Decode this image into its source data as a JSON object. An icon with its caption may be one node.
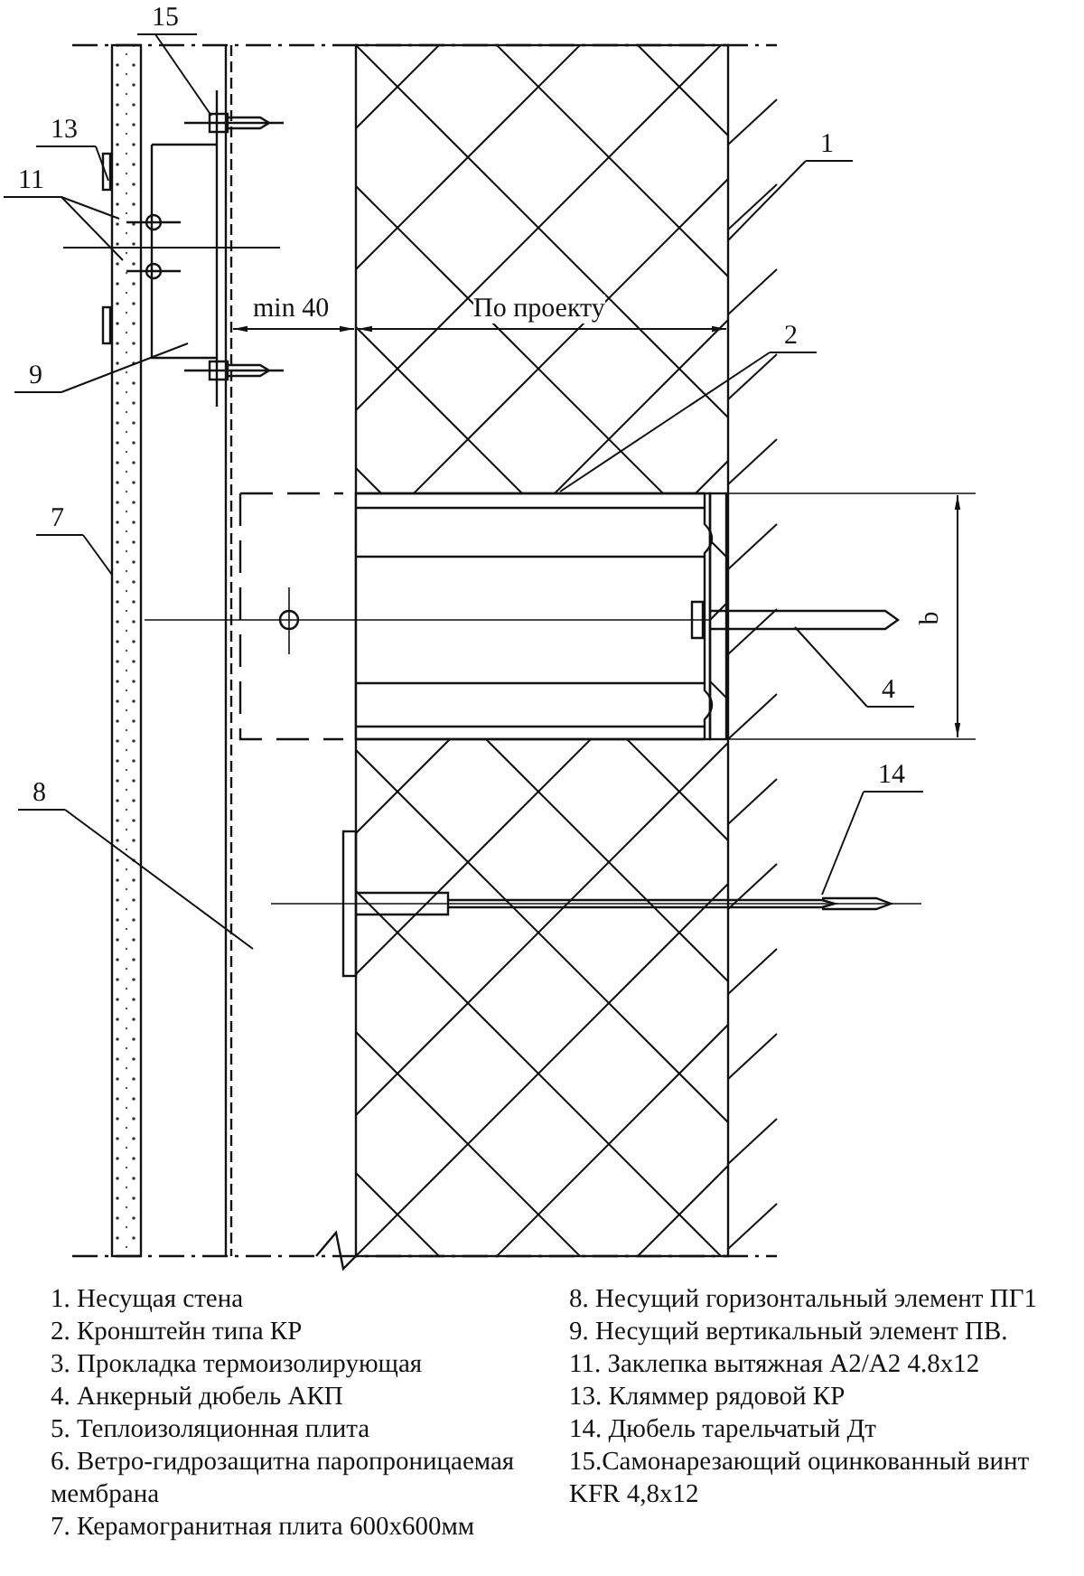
{
  "diagram": {
    "nodes": [
      {
        "text": [
          "15"
        ]
      },
      {
        "text": [
          "13"
        ]
      },
      {
        "text": [
          "11"
        ]
      },
      {
        "text": [
          "9"
        ]
      },
      {
        "text": [
          "1"
        ]
      },
      {
        "text": [
          "2"
        ]
      },
      {
        "text": [
          "7"
        ]
      },
      {
        "text": [
          "4"
        ]
      },
      {
        "text": [
          "8"
        ]
      },
      {
        "text": [
          "14"
        ]
      }
    ],
    "edges": [
      {
        "from": 0,
        "to": null,
        "arrow": "none"
      },
      {
        "from": 1,
        "to": null,
        "arrow": "none"
      },
      {
        "from": 2,
        "to": null,
        "arrow": "none"
      },
      {
        "from": 2,
        "to": null,
        "arrow": "none"
      },
      {
        "from": 3,
        "to": null,
        "arrow": "none"
      },
      {
        "from": 4,
        "to": null,
        "arrow": "none"
      },
      {
        "from": 5,
        "to": null,
        "arrow": "none"
      },
      {
        "from": 6,
        "to": null,
        "arrow": "none"
      },
      {
        "from": 7,
        "to": null,
        "arrow": "none"
      },
      {
        "from": 8,
        "to": null,
        "arrow": "none"
      },
      {
        "from": 9,
        "to": null,
        "arrow": "none"
      }
    ],
    "labels": [
      "min 40",
      "По проекту",
      "b",
      "1. Несущая стена",
      "8. Несущий горизонтальный элемент ПГ1",
      "2. Кронштейн типа КР",
      "9. Несущий вертикальный элемент ПВ.",
      "3. Прокладка термоизолирующая",
      "11. Заклепка вытяжная А2/А2 4.8х12",
      "4. Анкерный дюбель АКП",
      "13. Кляммер рядовой КР",
      "5. Теплоизоляционная плита",
      "14. Дюбель тарельчатый Дт",
      "6. Ветро-гидрозащитна паропроницаемая мембрана",
      "15.Самонарезающий оцинкованный винт KFR 4,8x12",
      "7. Керамогранитная плита 600х600мм"
    ]
  }
}
